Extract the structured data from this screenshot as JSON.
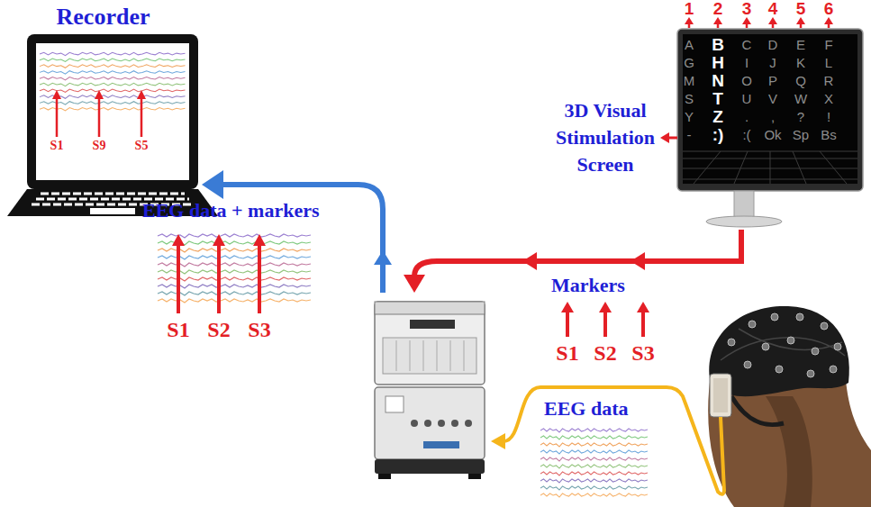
{
  "diagram": {
    "nodes": [
      {
        "text": [
          "Recorder"
        ]
      },
      {
        "text": [
          "3D Visual Stimulation Screen"
        ]
      },
      {
        "text": []
      },
      {
        "text": []
      }
    ],
    "edges": [
      {
        "from": 1,
        "to": 2,
        "arrow": "to",
        "label": "Markers"
      },
      {
        "from": 2,
        "to": 0,
        "arrow": "to",
        "label": "EEG data + markers"
      },
      {
        "from": 3,
        "to": 2,
        "arrow": "to",
        "label": "EEG data"
      }
    ],
    "labels": [
      "1",
      "2",
      "3",
      "4",
      "5",
      "6",
      "A",
      "B",
      "C",
      "D",
      "E",
      "F",
      "G",
      "H",
      "I",
      "J",
      "K",
      "L",
      "M",
      "N",
      "O",
      "P",
      "Q",
      "R",
      "S",
      "T",
      "U",
      "V",
      "W",
      "X",
      "Y",
      "Z",
      ".",
      ",",
      "?",
      "!",
      "-",
      ":)",
      ":(",
      "Ok",
      "Sp",
      "Bs",
      "S1",
      "S9",
      "S5",
      "S1",
      "S2",
      "S3",
      "S1",
      "S2",
      "S3"
    ]
  }
}
